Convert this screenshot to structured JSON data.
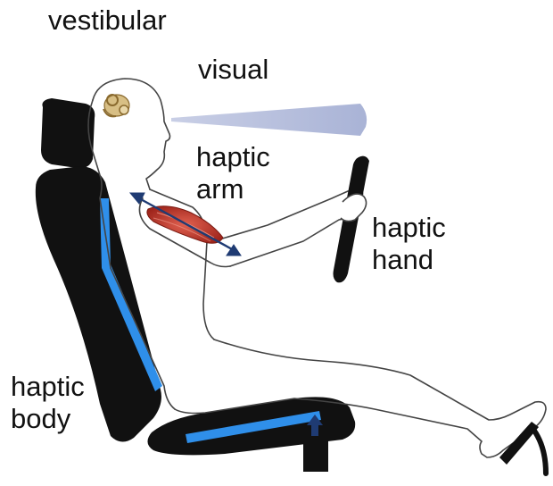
{
  "labels": {
    "vestibular": "vestibular",
    "visual": "visual",
    "haptic_arm": {
      "line1": "haptic",
      "line2": "arm"
    },
    "haptic_hand": {
      "line1": "haptic",
      "line2": "hand"
    },
    "haptic_body": {
      "line1": "haptic",
      "line2": "body"
    }
  },
  "colors": {
    "seat": "#111111",
    "sensor_strip": "#2f8fea",
    "vision_cone": "#a9b3d6",
    "arrow": "#1f3b73",
    "muscle": "#c8382c",
    "inner_ear": "#c9a86a",
    "outline": "#444444"
  },
  "icons": {
    "inner_ear": "inner-ear-icon",
    "muscle": "biceps-muscle-icon"
  }
}
